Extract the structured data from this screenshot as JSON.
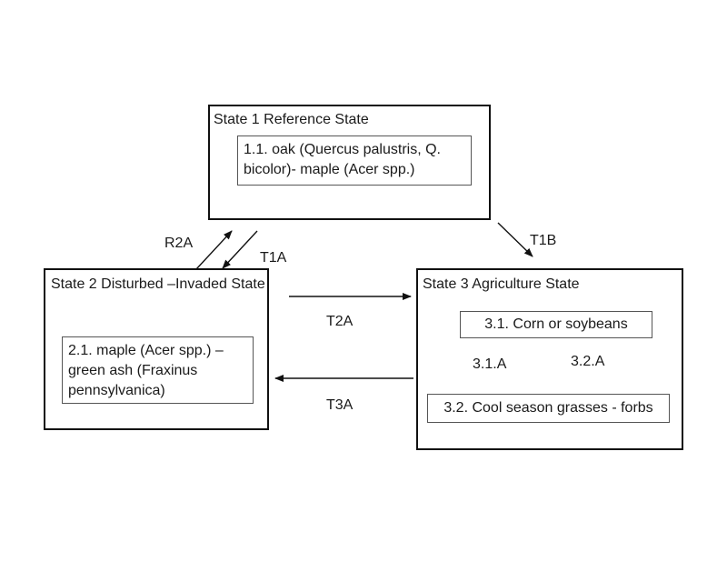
{
  "states": {
    "s1": {
      "title": "State 1 Reference State",
      "phase": "1.1. oak (Quercus palustris, Q. bicolor)- maple (Acer spp.)"
    },
    "s2": {
      "title": "State 2 Disturbed –Invaded State",
      "phase": "2.1. maple (Acer spp.) – green ash (Fraxinus pennsylvanica)"
    },
    "s3": {
      "title": "State 3  Agriculture State",
      "phase_a": "3.1. Corn or soybeans",
      "phase_b": "3.2. Cool season grasses - forbs"
    }
  },
  "transitions": {
    "r2a": "R2A",
    "t1a": "T1A",
    "t1b": "T1B",
    "t2a": "T2A",
    "t3a": "T3A",
    "p31a": "3.1.A",
    "p32a": "3.2.A"
  }
}
